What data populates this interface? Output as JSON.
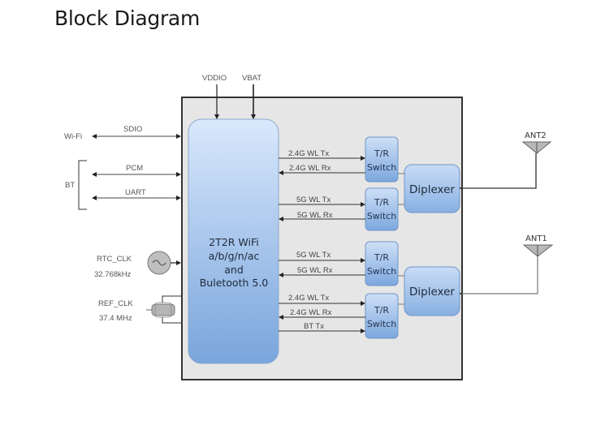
{
  "title": "Block Diagram",
  "power_inputs": [
    "VDDIO",
    "VBAT"
  ],
  "host_interfaces": {
    "wifi": {
      "label": "Wi-Fi",
      "bus": "SDIO"
    },
    "bt": {
      "label": "BT",
      "buses": [
        "PCM",
        "UART"
      ]
    }
  },
  "clocks": {
    "rtc": {
      "name": "RTC_CLK",
      "freq": "32.768kHz"
    },
    "ref": {
      "name": "REF_CLK",
      "freq": "37.4 MHz"
    }
  },
  "chip": {
    "lines": [
      "2T2R WiFi",
      "a/b/g/n/ac",
      "and",
      "Buletooth 5.0"
    ]
  },
  "rf_signals": {
    "group1": [
      "2.4G WL Tx",
      "2.4G WL Rx"
    ],
    "group2": [
      "5G WL Tx",
      "5G WL Rx"
    ],
    "group3": [
      "5G WL Tx",
      "5G WL Rx"
    ],
    "group4": [
      "2.4G WL Tx",
      "2.4G WL Rx",
      "BT  Tx"
    ]
  },
  "switch": {
    "line1": "T/R",
    "line2": "Switch"
  },
  "diplexer_label": "Diplexer",
  "antennas": [
    "ANT2",
    "ANT1"
  ],
  "colors": {
    "module_bg": "#e6e6e6",
    "chip_top": "#d6e6fb",
    "chip_bottom": "#7aa6dd",
    "block_top": "#c9dcf5",
    "block_bottom": "#7ea8de"
  }
}
